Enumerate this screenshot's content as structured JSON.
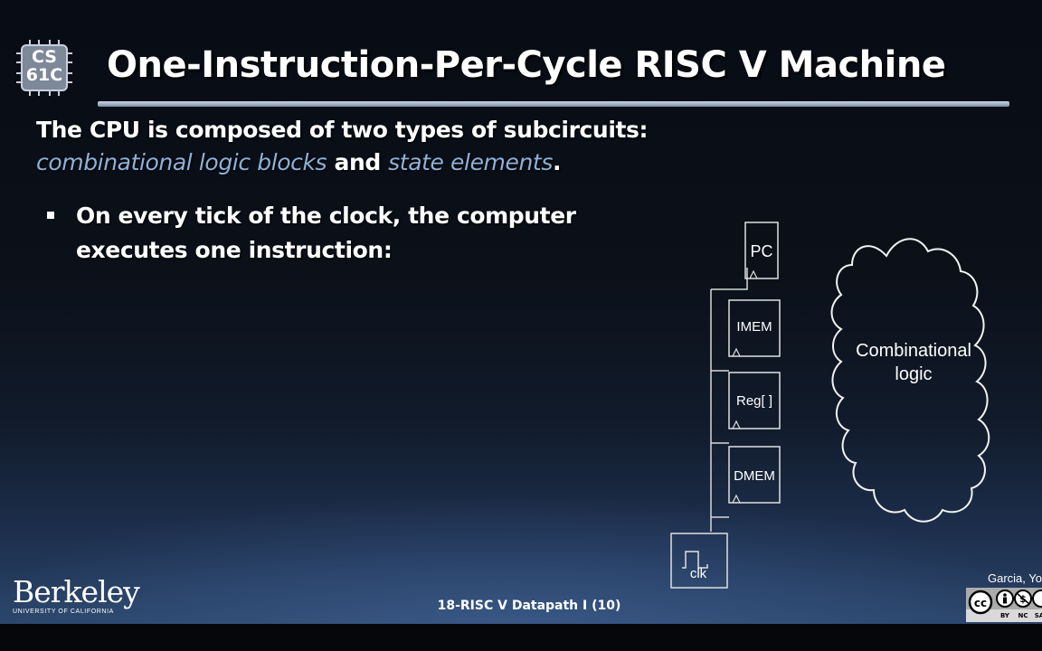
{
  "slide": {
    "logo_text": "CS\n61C",
    "title": "One-Instruction-Per-Cycle RISC V Machine",
    "lead": {
      "line1": "The CPU is composed of two types of subcircuits:",
      "term1": "combinational logic blocks",
      "connector": " and ",
      "term2": "state elements",
      "end": "."
    },
    "bullet": {
      "line1": "On every tick of the clock, the computer",
      "line2": "executes one instruction:"
    },
    "diagram": {
      "state_elements": [
        "PC",
        "IMEM",
        "Reg[ ]",
        "DMEM"
      ],
      "clock_label": "clk",
      "cloud_label_line1": "Combinational",
      "cloud_label_line2": "logic"
    },
    "footer": {
      "university": "Berkeley",
      "university_sub": "UNIVERSITY OF CALIFORNIA",
      "lecture": "18-RISC V Datapath I (10)",
      "author": "Garcia, Yo",
      "license_labels": [
        "BY",
        "NC",
        "SA"
      ]
    }
  }
}
